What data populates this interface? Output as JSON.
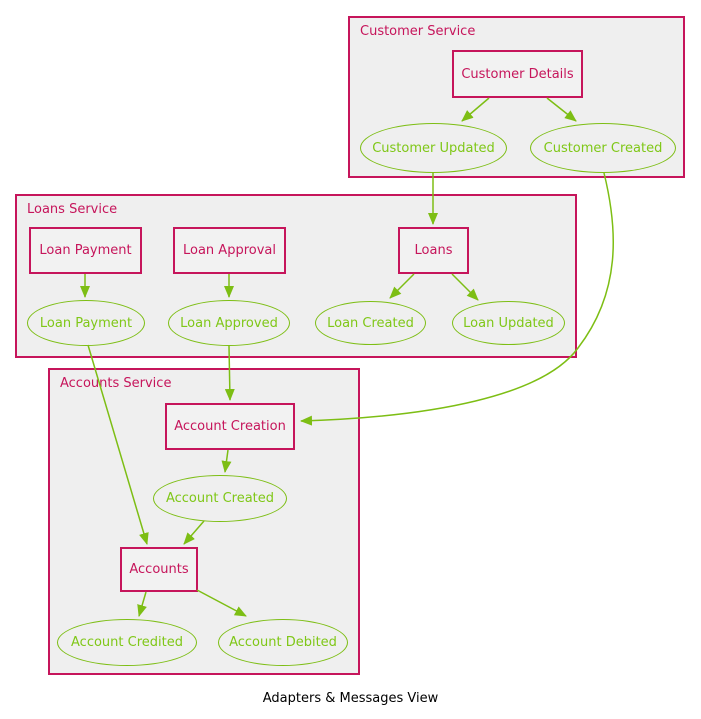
{
  "caption": "Adapters & Messages View",
  "colors": {
    "service_border": "#c6155b",
    "service_background": "#efefef",
    "adapter_border": "#c6155b",
    "adapter_text": "#c6155b",
    "message_border": "#7dbe14",
    "message_text": "#7fc717",
    "arrow": "#7dbe14",
    "caption_text": "#000000",
    "page_background": "#ffffff"
  },
  "containers": {
    "customer": {
      "title": "Customer Service"
    },
    "loans": {
      "title": "Loans Service"
    },
    "accounts": {
      "title": "Accounts Service"
    }
  },
  "nodes": {
    "customer_details": "Customer Details",
    "customer_updated": "Customer Updated",
    "customer_created": "Customer Created",
    "loan_payment_adapter": "Loan Payment",
    "loan_approval": "Loan Approval",
    "loans": "Loans",
    "loan_payment_message": "Loan Payment",
    "loan_approved": "Loan Approved",
    "loan_created": "Loan Created",
    "loan_updated": "Loan Updated",
    "account_creation": "Account Creation",
    "account_created": "Account Created",
    "accounts": "Accounts",
    "account_credited": "Account Credited",
    "account_debited": "Account Debited"
  },
  "edges": [
    {
      "from": "customer_details",
      "to": "customer_updated"
    },
    {
      "from": "customer_details",
      "to": "customer_created"
    },
    {
      "from": "customer_updated",
      "to": "loans"
    },
    {
      "from": "customer_created",
      "to": "account_creation"
    },
    {
      "from": "loan_payment_adapter",
      "to": "loan_payment_message"
    },
    {
      "from": "loan_approval",
      "to": "loan_approved"
    },
    {
      "from": "loans",
      "to": "loan_created"
    },
    {
      "from": "loans",
      "to": "loan_updated"
    },
    {
      "from": "loan_payment_message",
      "to": "accounts"
    },
    {
      "from": "loan_approved",
      "to": "account_creation"
    },
    {
      "from": "account_creation",
      "to": "account_created"
    },
    {
      "from": "account_created",
      "to": "accounts"
    },
    {
      "from": "accounts",
      "to": "account_credited"
    },
    {
      "from": "accounts",
      "to": "account_debited"
    }
  ]
}
